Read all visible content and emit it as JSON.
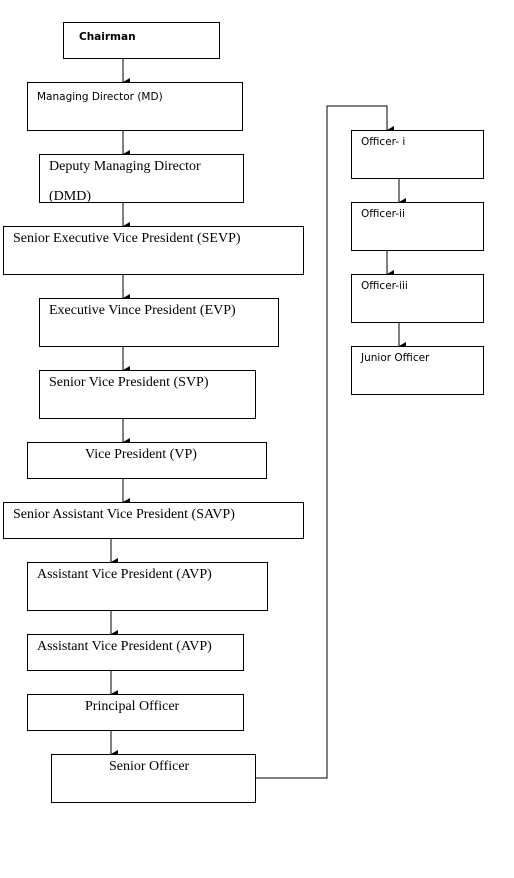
{
  "diagram": {
    "nodes": {
      "chairman": "Chairman",
      "md": "Managing Director (MD)",
      "dmd": "Deputy Managing Director",
      "dmd_overflow": "(DMD)",
      "sevp": "Senior Executive Vice President (SEVP)",
      "evp": "Executive Vince President (EVP)",
      "svp": "Senior Vice President (SVP)",
      "vp": "Vice President (VP)",
      "savp": "Senior Assistant Vice President (SAVP)",
      "avp_1": "Assistant Vice President (AVP)",
      "avp_2": "Assistant Vice President (AVP)",
      "principal_officer": "Principal Officer",
      "senior_officer": "Senior Officer",
      "officer_i": "Officer- i",
      "officer_ii": "Officer-ii",
      "officer_iii": "Officer-iii",
      "junior_officer": "Junior Officer"
    }
  }
}
